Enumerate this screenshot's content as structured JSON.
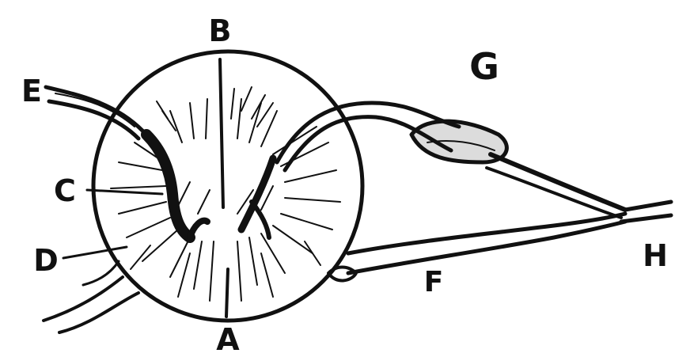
{
  "labels": {
    "A": "A",
    "B": "B",
    "C": "C",
    "D": "D",
    "E": "E",
    "F": "F",
    "G": "G",
    "H": "H"
  },
  "colors": {
    "ink": "#111111",
    "paper": "#ffffff"
  }
}
